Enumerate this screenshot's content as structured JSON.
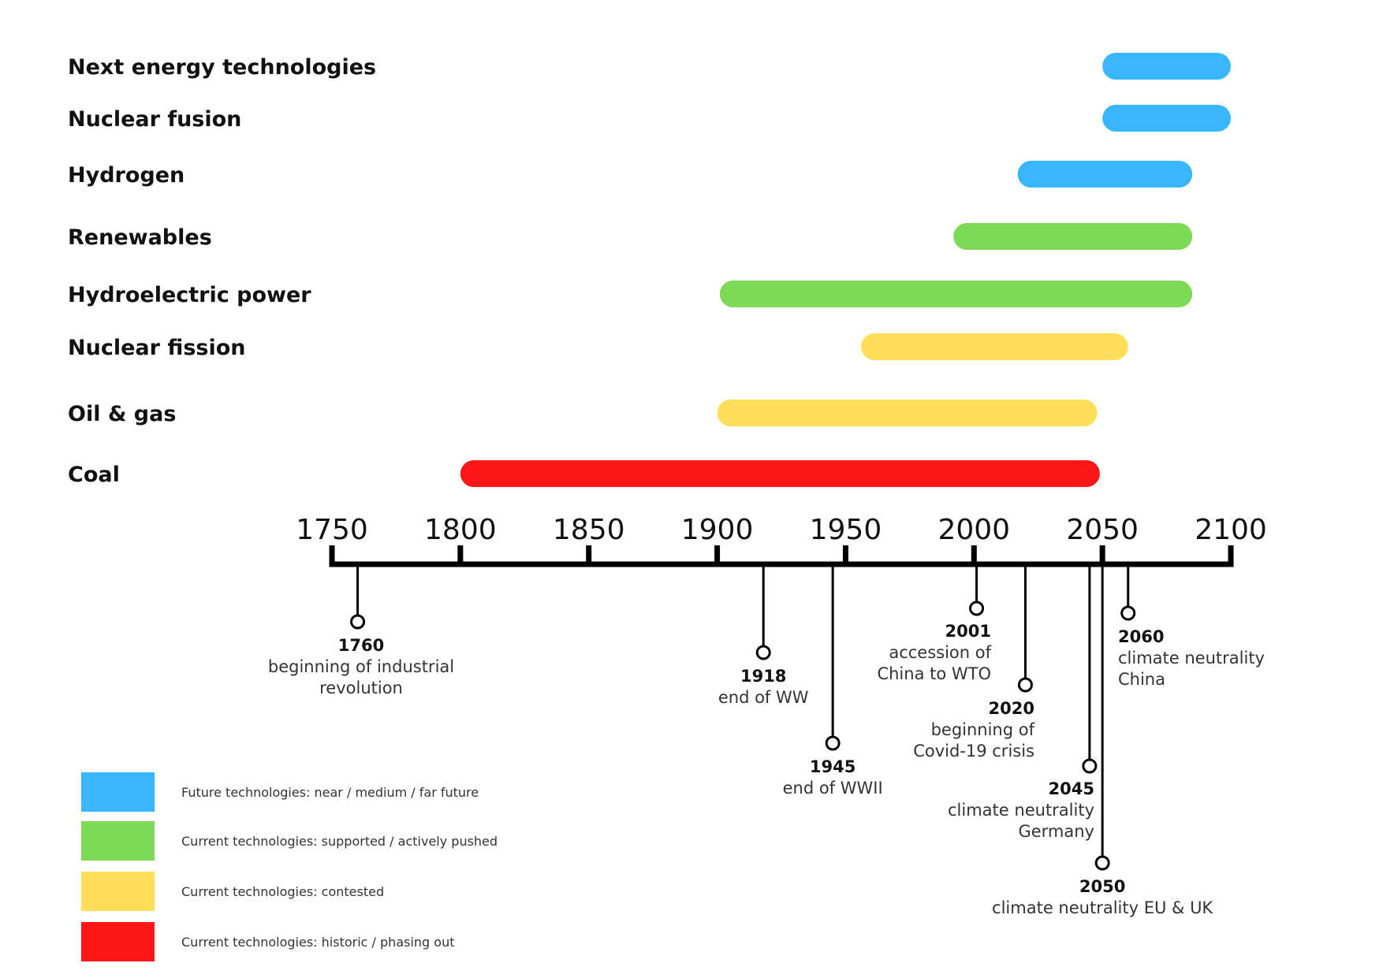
{
  "chart_data": {
    "type": "timeline",
    "axis": {
      "min": 1750,
      "max": 2100,
      "ticks": [
        1750,
        1800,
        1850,
        1900,
        1950,
        2000,
        2050,
        2100
      ],
      "tick_labels": [
        "1750",
        "1800",
        "1850",
        "1900",
        "1950",
        "2000",
        "2050",
        "2100"
      ]
    },
    "bars": [
      {
        "label": "Next energy technologies",
        "start": 2050,
        "end": 2100,
        "category": "future"
      },
      {
        "label": "Nuclear fusion",
        "start": 2050,
        "end": 2100,
        "category": "future"
      },
      {
        "label": "Hydrogen",
        "start": 2017,
        "end": 2085,
        "category": "future"
      },
      {
        "label": "Renewables",
        "start": 1992,
        "end": 2085,
        "category": "supported"
      },
      {
        "label": "Hydroelectric power",
        "start": 1901,
        "end": 2085,
        "category": "supported"
      },
      {
        "label": "Nuclear fission",
        "start": 1956,
        "end": 2060,
        "category": "contested"
      },
      {
        "label": "Oil & gas",
        "start": 1900,
        "end": 2048,
        "category": "contested"
      },
      {
        "label": "Coal",
        "start": 1800,
        "end": 2049,
        "category": "historic"
      }
    ],
    "events": [
      {
        "year": "1760",
        "lines": [
          "beginning of industrial",
          "revolution"
        ]
      },
      {
        "year": "1918",
        "lines": [
          "end of WW"
        ]
      },
      {
        "year": "1945",
        "lines": [
          "end of WWII"
        ]
      },
      {
        "year": "2001",
        "lines": [
          "accession of",
          "China to WTO"
        ]
      },
      {
        "year": "2020",
        "lines": [
          "beginning of",
          "Covid-19 crisis"
        ]
      },
      {
        "year": "2045",
        "lines": [
          "climate neutrality",
          "Germany"
        ]
      },
      {
        "year": "2050",
        "lines": [
          "climate neutrality EU & UK"
        ]
      },
      {
        "year": "2060",
        "lines": [
          "climate neutrality",
          "China"
        ]
      }
    ],
    "legend": [
      {
        "key": "future",
        "color": "#38B6FF",
        "text": "Future technologies: near / medium / far future"
      },
      {
        "key": "supported",
        "color": "#7ED957",
        "text": "Current technologies: supported / actively pushed"
      },
      {
        "key": "contested",
        "color": "#FFDE59",
        "text": "Current technologies: contested"
      },
      {
        "key": "historic",
        "color": "#FF1616",
        "text": "Current technologies: historic / phasing out"
      }
    ]
  }
}
